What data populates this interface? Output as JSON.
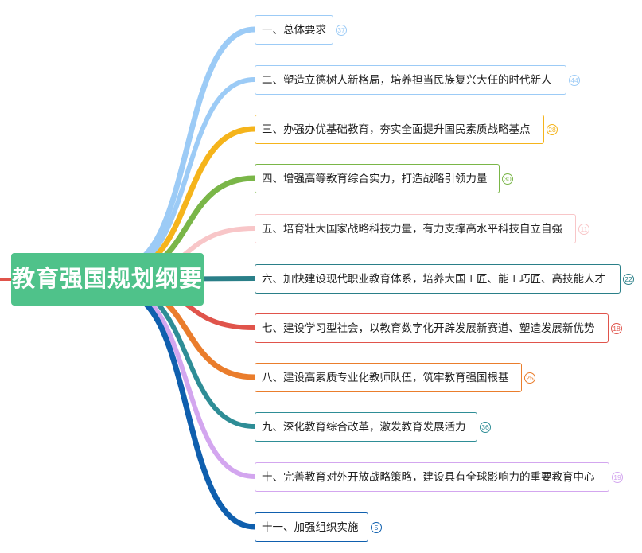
{
  "root": {
    "title": "教育强国规划纲要"
  },
  "branches": [
    {
      "label": "一、总体要求",
      "count": "37",
      "color": "#9ccbf6"
    },
    {
      "label": "二、塑造立德树人新格局，培养担当民族复兴大任的时代新人",
      "count": "44",
      "color": "#9ccbf6"
    },
    {
      "label": "三、办强办优基础教育，夯实全面提升国民素质战略基点",
      "count": "28",
      "color": "#f5b41b"
    },
    {
      "label": "四、增强高等教育综合实力，打造战略引领力量",
      "count": "30",
      "color": "#7ab648"
    },
    {
      "label": "五、培育壮大国家战略科技力量，有力支撑高水平科技自立自强",
      "count": "11",
      "color": "#f8c6c8"
    },
    {
      "label": "六、加快建设现代职业教育体系，培养大国工匠、能工巧匠、高技能人才",
      "count": "22",
      "color": "#2a7f88"
    },
    {
      "label": "七、建设学习型社会，以教育数字化开辟发展新赛道、塑造发展新优势",
      "count": "18",
      "color": "#e0544b"
    },
    {
      "label": "八、建设高素质专业化教师队伍，筑牢教育强国根基",
      "count": "25",
      "color": "#ea7d2c"
    },
    {
      "label": "九、深化教育综合改革，激发教育发展活力",
      "count": "36",
      "color": "#2e8d96"
    },
    {
      "label": "十、完善教育对外开放战略策略，建设具有全球影响力的重要教育中心",
      "count": "19",
      "color": "#d3a6ef"
    },
    {
      "label": "十一、加强组织实施",
      "count": "5",
      "color": "#0f5fae"
    }
  ]
}
